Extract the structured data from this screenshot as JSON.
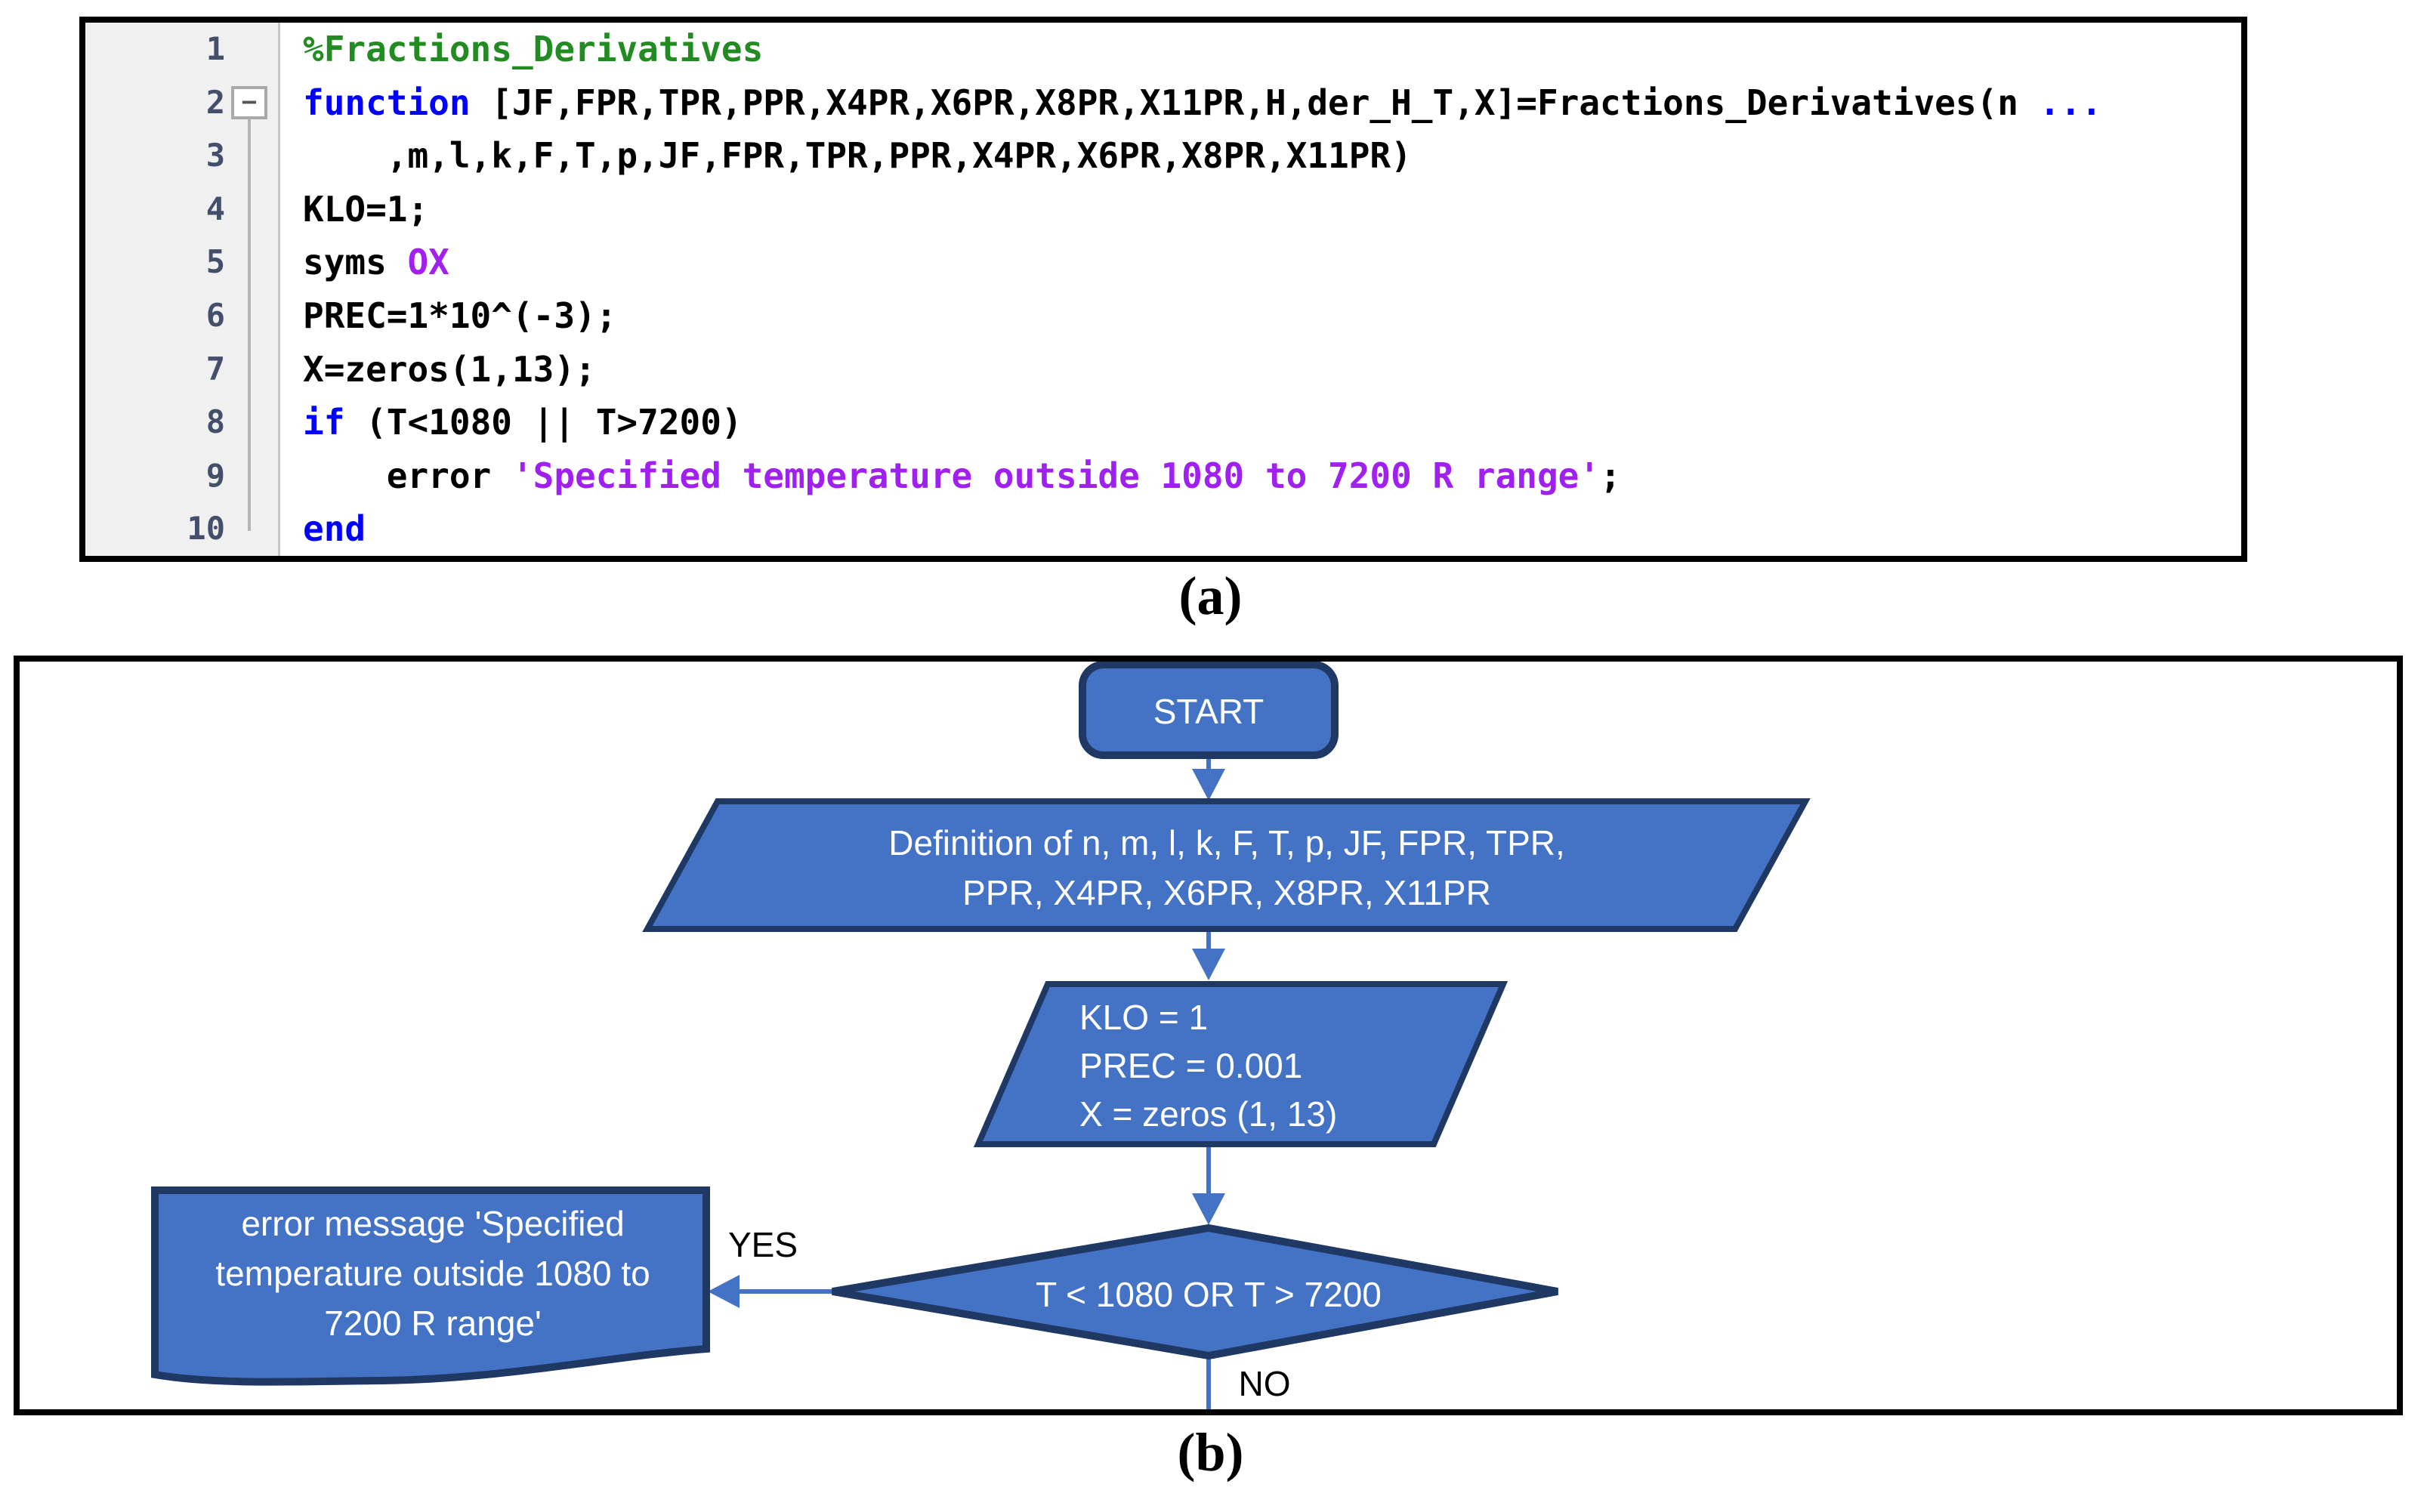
{
  "panel_a": {
    "caption": "(a)",
    "editor": {
      "gutter_numbers": [
        "1",
        "2",
        "3",
        "4",
        "5",
        "6",
        "7",
        "8",
        "9",
        "10"
      ],
      "fold_glyph": "−",
      "lines": [
        {
          "segments": [
            {
              "text": "%Fractions_Derivatives",
              "style": "comment"
            }
          ]
        },
        {
          "segments": [
            {
              "text": "function ",
              "style": "keyword"
            },
            {
              "text": "[JF,FPR,TPR,PPR,X4PR,X6PR,X8PR,X11PR,H,der_H_T,X]=Fractions_Derivatives(n ",
              "style": "plain"
            },
            {
              "text": "...",
              "style": "keyword"
            }
          ]
        },
        {
          "segments": [
            {
              "text": "    ,m,l,k,F,T,p,JF,FPR,TPR,PPR,X4PR,X6PR,X8PR,X11PR)",
              "style": "plain"
            }
          ]
        },
        {
          "segments": [
            {
              "text": "KLO=1;",
              "style": "plain"
            }
          ]
        },
        {
          "segments": [
            {
              "text": "syms ",
              "style": "plain"
            },
            {
              "text": "OX",
              "style": "string"
            }
          ]
        },
        {
          "segments": [
            {
              "text": "PREC=1*10^(-3);",
              "style": "plain"
            }
          ]
        },
        {
          "segments": [
            {
              "text": "X=zeros(1,13);",
              "style": "plain"
            }
          ]
        },
        {
          "segments": [
            {
              "text": "if ",
              "style": "keyword"
            },
            {
              "text": "(T<1080 || T>7200)",
              "style": "plain"
            }
          ]
        },
        {
          "segments": [
            {
              "text": "    error ",
              "style": "plain"
            },
            {
              "text": "'Specified temperature outside 1080 to 7200 R range'",
              "style": "string"
            },
            {
              "text": ";",
              "style": "plain"
            }
          ]
        },
        {
          "segments": [
            {
              "text": "end",
              "style": "keyword"
            }
          ]
        }
      ],
      "colors": {
        "comment": "#228B22",
        "keyword": "#0000FF",
        "string": "#A020F0",
        "plain": "#000000",
        "gutter_bg": "#F0F0F0",
        "gutter_text": "#44506B"
      }
    }
  },
  "panel_b": {
    "caption": "(b)",
    "flowchart": {
      "colors": {
        "fill": "#4472C4",
        "border": "#1F3864",
        "connector": "#4472C4",
        "text": "#FFFFFF",
        "label": "#000000"
      },
      "start": {
        "label": "START"
      },
      "definition": {
        "line1": "Definition of n, m, l, k, F, T, p, JF, FPR, TPR,",
        "line2": "PPR, X4PR, X6PR, X8PR, X11PR"
      },
      "init": {
        "line1": "KLO = 1",
        "line2": "PREC = 0.001",
        "line3": "X = zeros (1, 13)"
      },
      "decision": {
        "label": "T < 1080 OR T > 7200"
      },
      "branch_yes": "YES",
      "branch_no": "NO",
      "error_doc": {
        "line1": "error message 'Specified",
        "line2": "temperature outside 1080 to",
        "line3": "7200 R range'"
      }
    }
  }
}
